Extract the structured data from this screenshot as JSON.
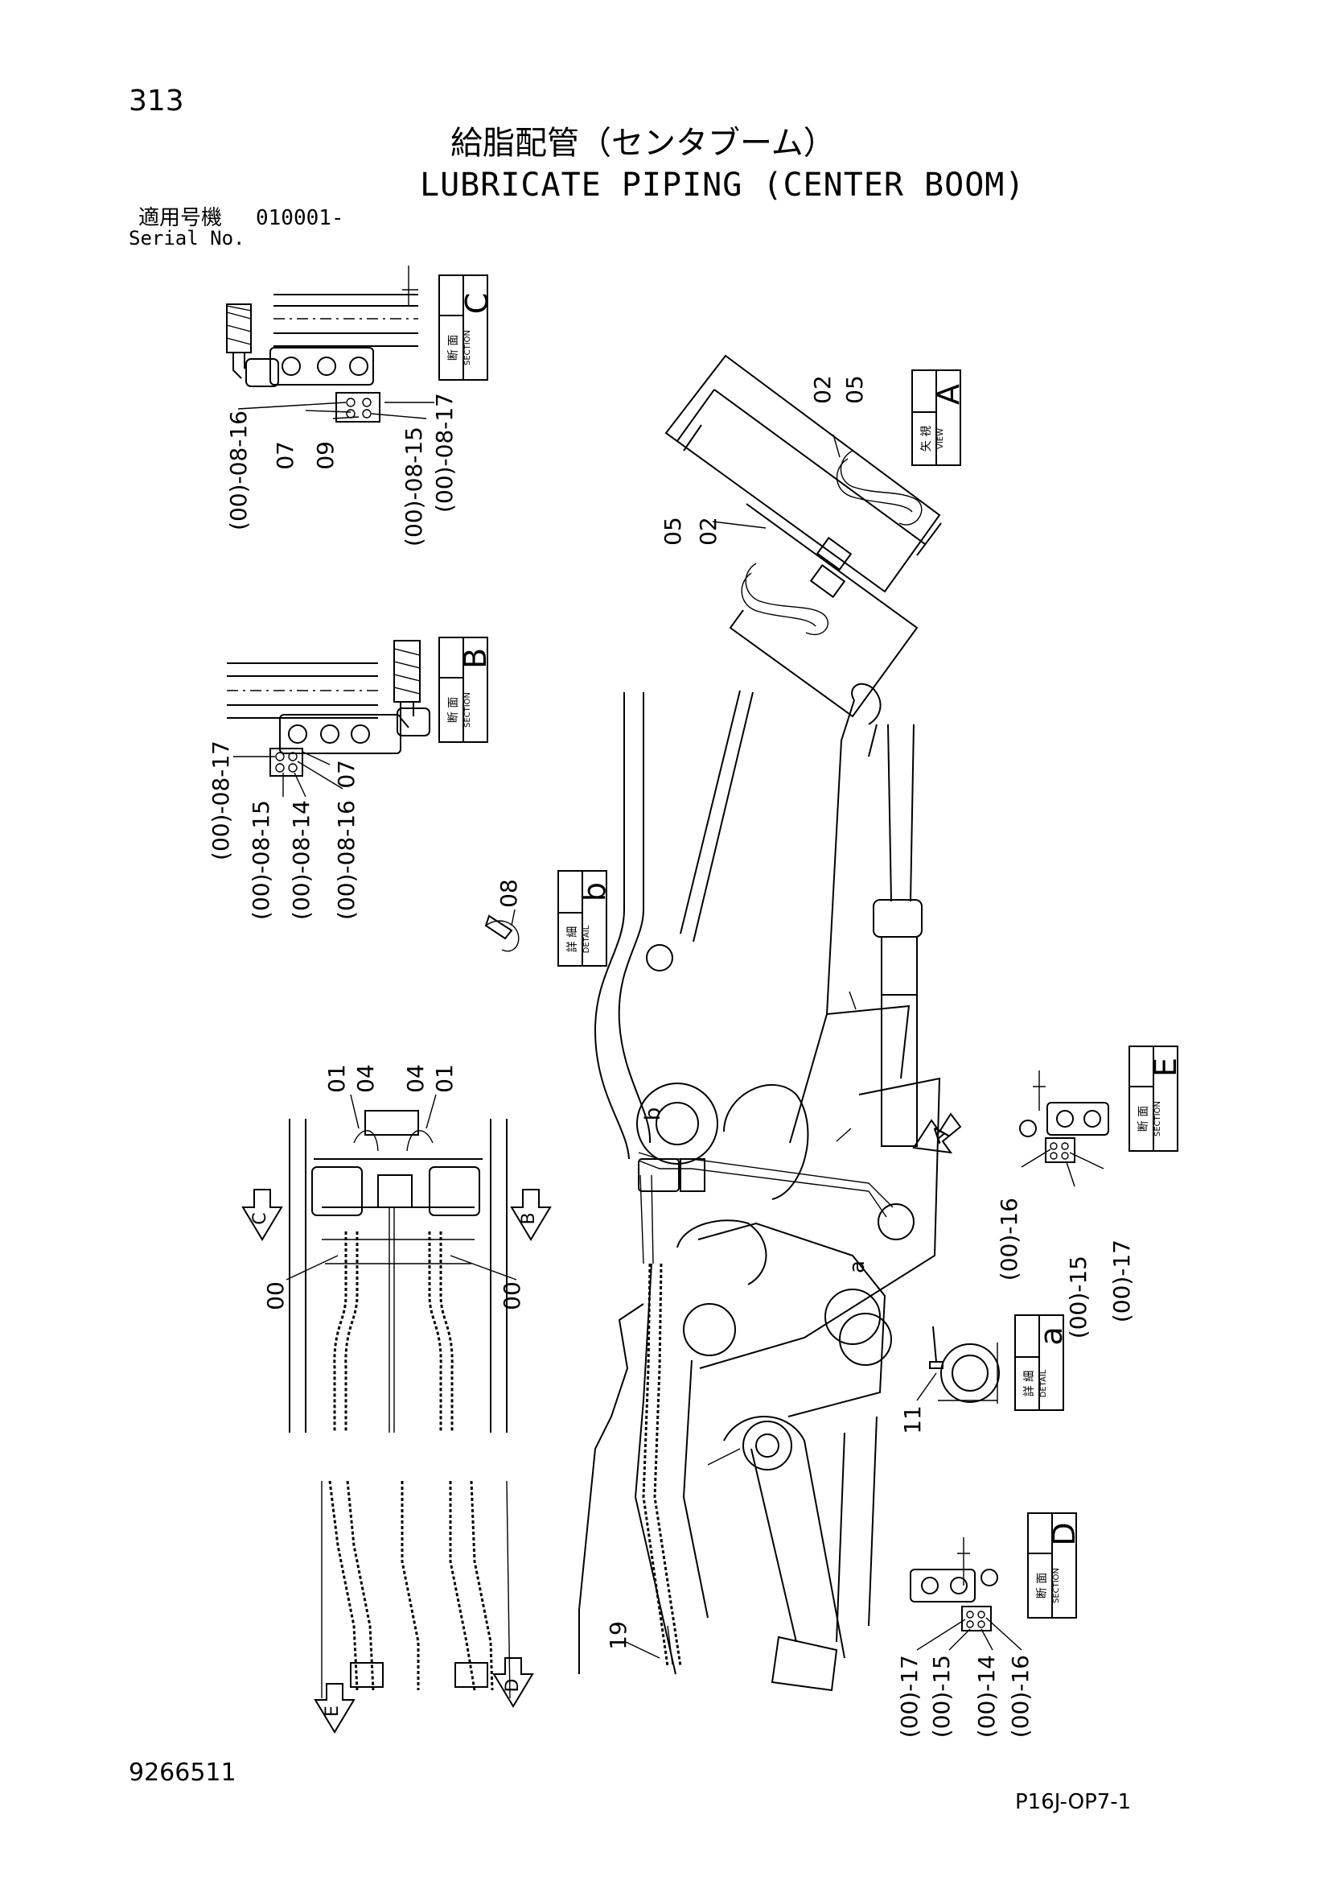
{
  "page_number": "313",
  "title_jp": "給脂配管（センタブーム）",
  "title_en": "LUBRICATE PIPING (CENTER BOOM)",
  "serial": {
    "label_jp": "適用号機",
    "value": "010001-",
    "label_en": "Serial No."
  },
  "document_number": "9266511",
  "page_code": "P16J-OP7-1",
  "boxes": {
    "section_c": {
      "letter": "C",
      "jp": "断 面",
      "en": "SECTION"
    },
    "section_b": {
      "letter": "B",
      "jp": "断 面",
      "en": "SECTION"
    },
    "section_e": {
      "letter": "E",
      "jp": "断 面",
      "en": "SECTION"
    },
    "section_d": {
      "letter": "D",
      "jp": "断 面",
      "en": "SECTION"
    },
    "view_a": {
      "letter": "A",
      "jp": "矢 視",
      "en": "VIEW"
    },
    "detail_b": {
      "letter": "b",
      "jp": "詳 細",
      "en": "DETAIL"
    },
    "detail_a": {
      "letter": "a",
      "jp": "詳 細",
      "en": "DETAIL"
    }
  },
  "callouts": {
    "sec_c": [
      "(00)-08-16",
      "07",
      "09",
      "(00)-08-15",
      "(00)-08-17"
    ],
    "sec_b": [
      "(00)-08-17",
      "(00)-08-15",
      "(00)-08-14",
      "(00)-08-16",
      "07"
    ],
    "view_a": [
      "02",
      "05",
      "05",
      "02"
    ],
    "det_b": [
      "08"
    ],
    "main_top": [
      "01",
      "04",
      "04",
      "01"
    ],
    "main_side": [
      "00",
      "00"
    ],
    "arrows": [
      "C",
      "B",
      "E",
      "D",
      "A"
    ],
    "sec_e": [
      "(00)-16",
      "(00)-15",
      "(00)-17"
    ],
    "det_a": [
      "11"
    ],
    "boom": [
      "a",
      "b",
      "19"
    ],
    "sec_d": [
      "(00)-17",
      "(00)-15",
      "(00)-14",
      "(00)-16"
    ]
  }
}
